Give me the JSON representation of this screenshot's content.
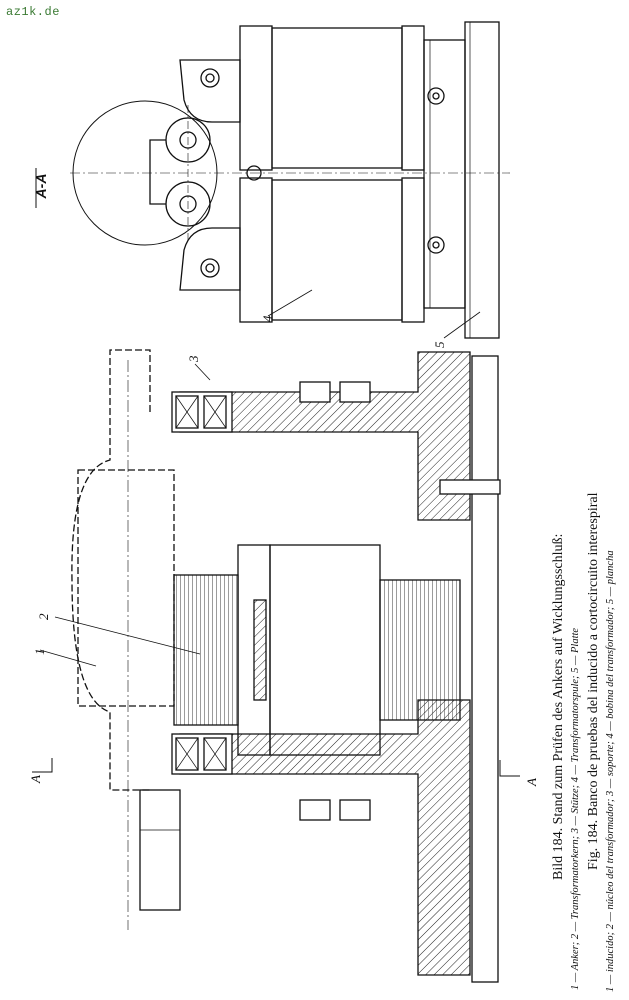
{
  "watermark": "az1k.de",
  "section_title": "A-A",
  "section_marks": [
    "A",
    "A"
  ],
  "part_labels": [
    "1",
    "2",
    "3",
    "4",
    "5"
  ],
  "caption": {
    "de_title": "Bild 184. Stand zum Prüfen des Ankers auf Wicklungsschluß:",
    "de_legend": "1 — Anker; 2 — Transformatorkern; 3 — Stütze; 4 — Transformatorspule; 5 — Platte",
    "es_title": "Fig. 184. Banco de pruebas del inducido a cortocircuito interespiral",
    "es_legend": "1 — inducido; 2 — núcleo del transformador; 3 — soporte; 4 — bobina del transformador; 5 — plancha"
  }
}
